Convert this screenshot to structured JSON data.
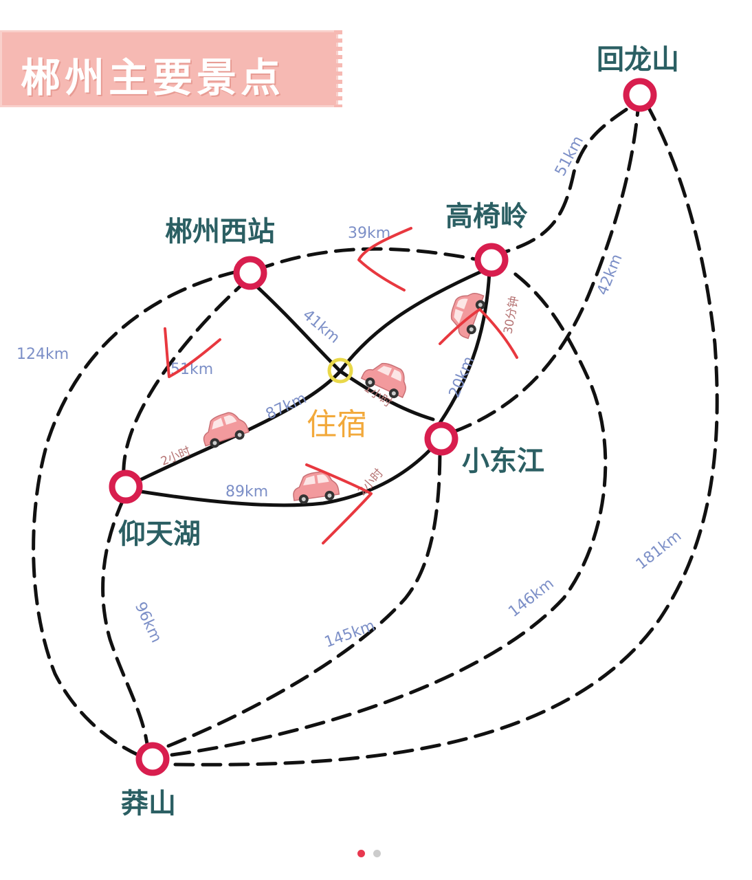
{
  "title": "郴州主要景点",
  "nodes": {
    "huilongshan": "回龙山",
    "gaoyiling": "高椅岭",
    "chenzhou_west": "郴州西站",
    "xiaodongjiang": "小东江",
    "yangtianhu": "仰天湖",
    "mangshan": "莽山",
    "stay": "住宿"
  },
  "distances": {
    "west_gaoyiling": "39km",
    "gaoyiling_huilongshan": "51km",
    "west_stay": "41km",
    "west_yangtianhu": "51km",
    "west_mangshan_outer": "124km",
    "stay_yangtianhu": "87km",
    "gaoyiling_xiaodongjiang": "20km",
    "xiaodongjiang_huilongshan": "42km",
    "yangtianhu_xiaodongjiang": "89km",
    "yangtianhu_mangshan": "96km",
    "mangshan_xiaodongjiang": "145km",
    "mangshan_gaoyiling": "146km",
    "mangshan_huilongshan": "181km"
  },
  "times": {
    "stay_yangtianhu": "2小时",
    "stay_xiaodongjiang": "1小时",
    "gaoyiling_xiaodongjiang": "30分钟",
    "yangtianhu_xiaodongjiang": "2小时"
  },
  "colors": {
    "node_ring": "#d81e4e",
    "label": "#2b5f63",
    "distance": "#7c8fc7",
    "stay": "#f2a93b",
    "check_mark": "#e8383f",
    "car": "#f29a9d",
    "banner": "#f6b9b3",
    "active_dot": "#e8384f",
    "inactive_dot": "#cccccc"
  },
  "icons": [
    "car-icon",
    "check-mark-icon"
  ]
}
